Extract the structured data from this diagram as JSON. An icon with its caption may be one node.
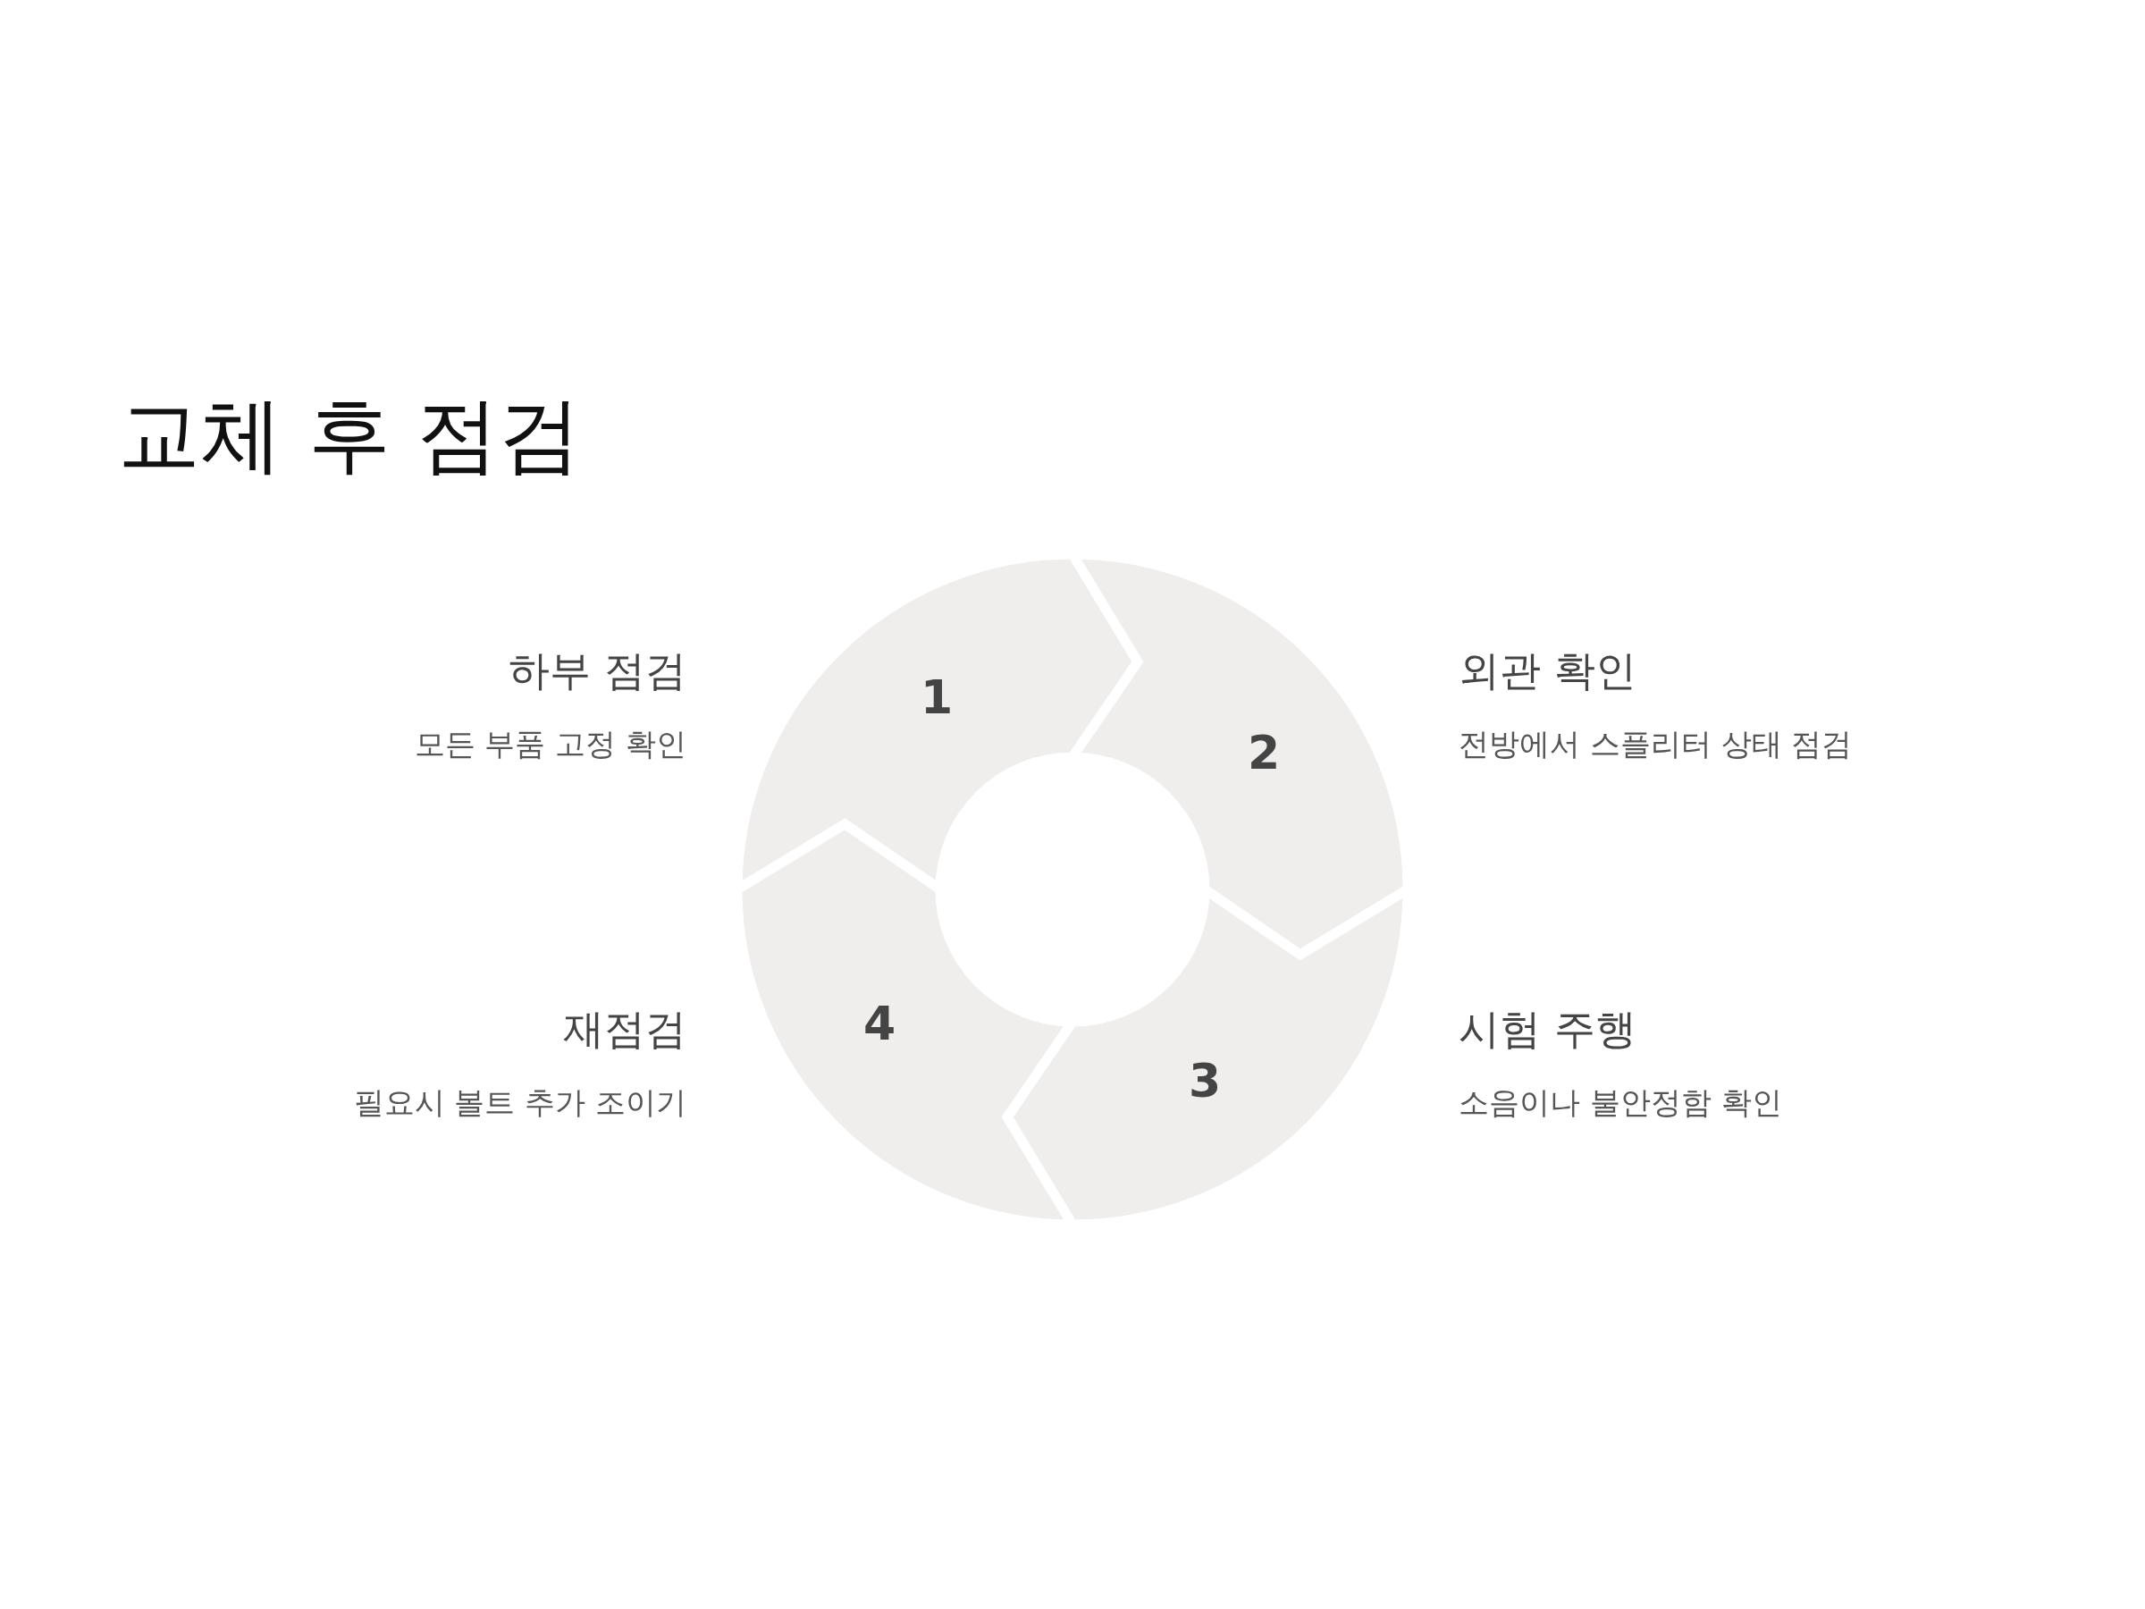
{
  "diagram": {
    "title": "교체 후 점검",
    "nodes": [
      {
        "text": [
          "1"
        ],
        "beside": [
          "하부 점검",
          "모든 부품 고정 확인"
        ]
      },
      {
        "text": [
          "2"
        ],
        "beside": [
          "외관 확인",
          "전방에서 스플리터 상태 점검"
        ]
      },
      {
        "text": [
          "3"
        ],
        "beside": [
          "시험 주행",
          "소음이나 불안정함 확인"
        ]
      },
      {
        "text": [
          "4"
        ],
        "beside": [
          "재점검",
          "필요시 볼트 추가 조이기"
        ]
      }
    ]
  }
}
